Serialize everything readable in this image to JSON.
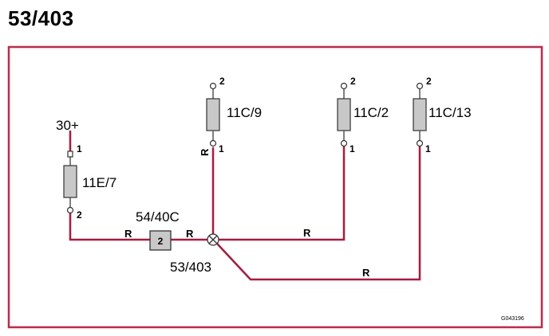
{
  "title": "53/403",
  "colors": {
    "frame": "#c8254a",
    "wire": "#b0173a",
    "fuse_fill": "#c8c8c8"
  },
  "power": {
    "label": "30+"
  },
  "fuse_main": {
    "label": "11E/7",
    "pin_top": "1",
    "pin_bottom": "2"
  },
  "connector": {
    "label": "54/40C",
    "pin": "2"
  },
  "splice": {
    "label": "53/403"
  },
  "fuses": [
    {
      "label": "11C/9",
      "pin_top": "2",
      "pin_bottom": "1"
    },
    {
      "label": "11C/2",
      "pin_top": "2",
      "pin_bottom": "1"
    },
    {
      "label": "11C/13",
      "pin_top": "2",
      "pin_bottom": "1"
    }
  ],
  "wires": {
    "color_code": "R"
  },
  "figure_code": "G043196"
}
